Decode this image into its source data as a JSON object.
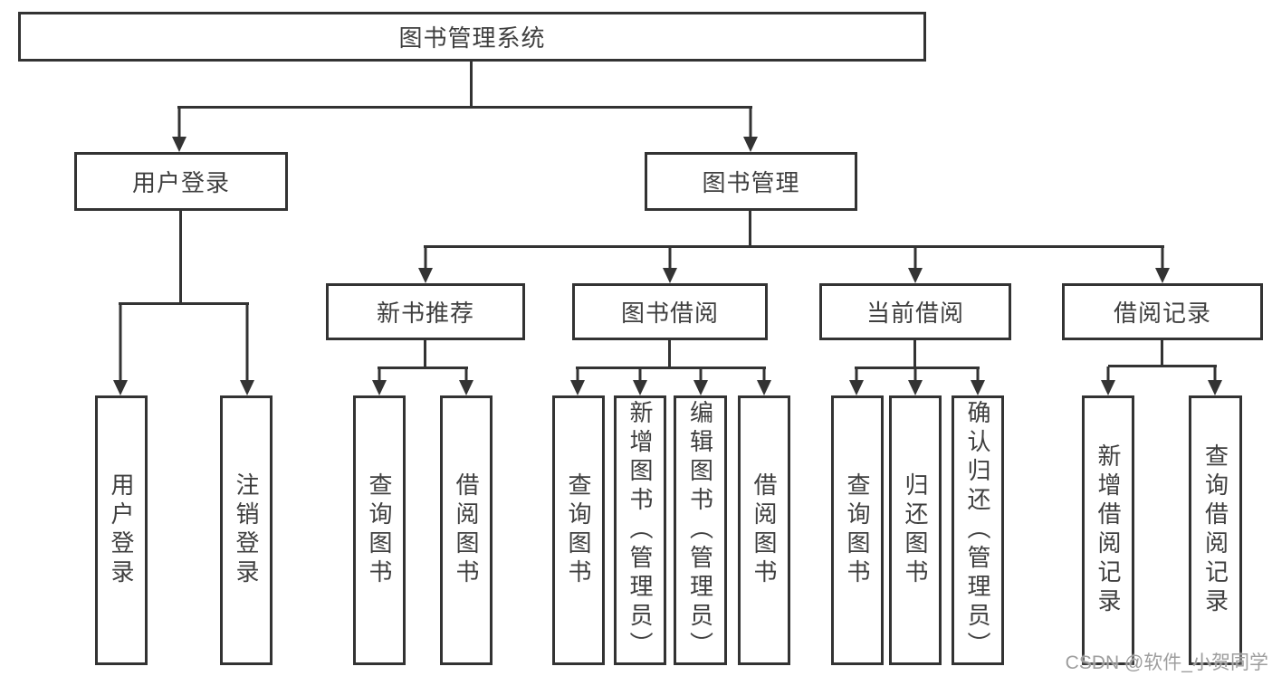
{
  "colors": {
    "line": "#333333",
    "border": "#333333",
    "text": "#3f3f3f",
    "watermark": "#9e9e9e",
    "background": "#ffffff"
  },
  "tree": {
    "label": "图书管理系统",
    "children": [
      {
        "label": "用户登录",
        "children": [
          {
            "label": "用户登录"
          },
          {
            "label": "注销登录"
          }
        ]
      },
      {
        "label": "图书管理",
        "children": [
          {
            "label": "新书推荐",
            "children": [
              {
                "label": "查询图书"
              },
              {
                "label": "借阅图书"
              }
            ]
          },
          {
            "label": "图书借阅",
            "children": [
              {
                "label": "查询图书"
              },
              {
                "label": "新增图书（管理员）"
              },
              {
                "label": "编辑图书（管理员）"
              },
              {
                "label": "借阅图书"
              }
            ]
          },
          {
            "label": "当前借阅",
            "children": [
              {
                "label": "查询图书"
              },
              {
                "label": "归还图书"
              },
              {
                "label": "确认归还（管理员）"
              }
            ]
          },
          {
            "label": "借阅记录",
            "children": [
              {
                "label": "新增借阅记录"
              },
              {
                "label": "查询借阅记录"
              }
            ]
          }
        ]
      }
    ]
  },
  "watermark": {
    "text": "CSDN @软件_小贺同学"
  }
}
